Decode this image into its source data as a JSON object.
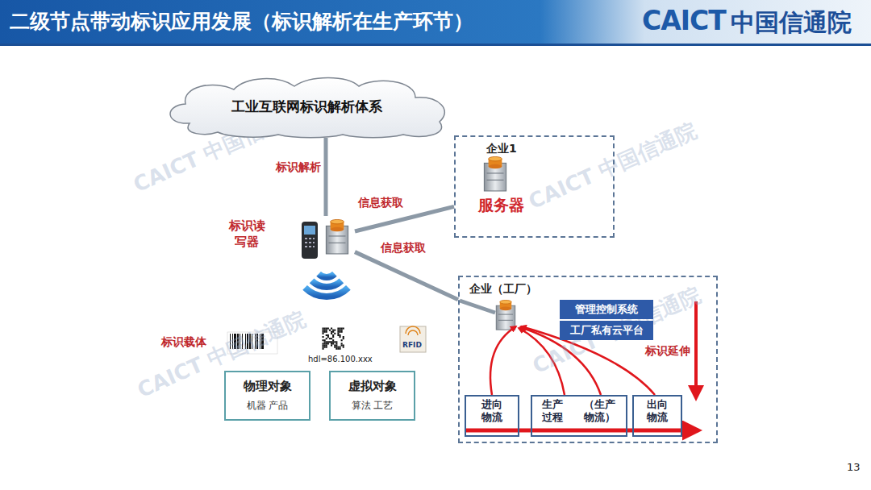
{
  "diagram": {
    "title": "二级节点带动标识应用发展（标识解析在生产环节）",
    "nodes": [
      {
        "text": [
          "工业互联网标识解析体系"
        ]
      },
      {
        "text": [
          "标识读写器"
        ]
      },
      {
        "text": [
          "企业1",
          "服务器"
        ]
      },
      {
        "text": [
          "企业（工厂）"
        ]
      },
      {
        "text": [
          "管理控制系统"
        ],
        "in": 3
      },
      {
        "text": [
          "工厂私有云平台"
        ],
        "in": 3
      },
      {
        "text": [
          "进向 物流"
        ],
        "in": 3
      },
      {
        "text": [
          "生产 过程",
          "（生产 物流）"
        ],
        "in": 3
      },
      {
        "text": [
          "出向 物流"
        ],
        "in": 3
      },
      {
        "text": [
          "物理对象",
          "机器 产品"
        ]
      },
      {
        "text": [
          "虚拟对象",
          "算法 工艺"
        ]
      }
    ],
    "edges": [
      {
        "from": 0,
        "to": 1,
        "label": "标识解析",
        "arrow": "none"
      },
      {
        "from": 1,
        "to": 2,
        "label": "信息获取",
        "arrow": "none"
      },
      {
        "from": 1,
        "to": 3,
        "label": "信息获取",
        "arrow": "none"
      }
    ],
    "labels": [
      "标识载体",
      "hdl=86.100.xxx",
      "RFID",
      "标识延伸",
      "CAICT",
      "中国信通院",
      "CAICT 中国信通院",
      "CAICT 中国信通院",
      "CAICT 中国信通院",
      "CAICT 中国信通院",
      "13"
    ]
  }
}
